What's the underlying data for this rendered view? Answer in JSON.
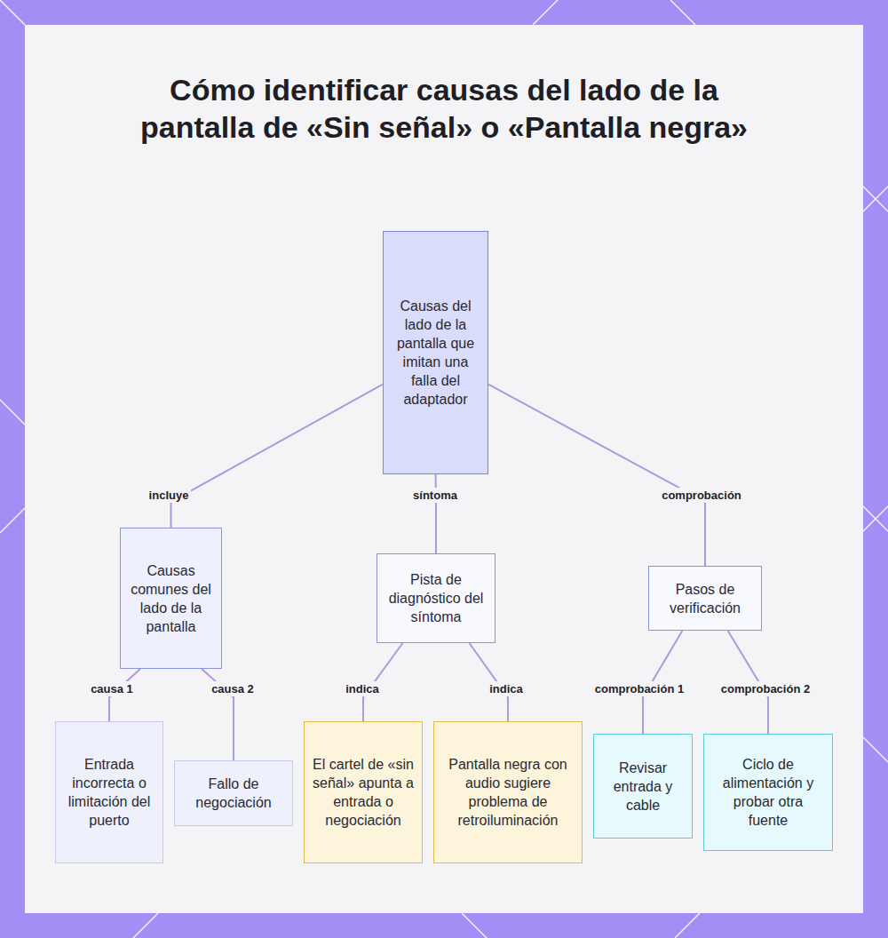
{
  "diagram": {
    "title": "Cómo identificar causas del lado de la pantalla de «Sin señal» o «Pantalla negra»",
    "nodes": [
      {
        "text": [
          "Causas del lado de la pantalla que imitan una falla del adaptador"
        ]
      },
      {
        "text": [
          "Causas comunes del lado de la pantalla"
        ]
      },
      {
        "text": [
          "Pista de diagnóstico del síntoma"
        ]
      },
      {
        "text": [
          "Pasos de verificación"
        ]
      },
      {
        "text": [
          "Entrada incorrecta o limitación del puerto"
        ]
      },
      {
        "text": [
          "Fallo de negociación"
        ]
      },
      {
        "text": [
          "El cartel de «sin señal» apunta a entrada o negociación"
        ]
      },
      {
        "text": [
          "Pantalla negra con audio sugiere problema de retroiluminación"
        ]
      },
      {
        "text": [
          "Revisar entrada y cable"
        ]
      },
      {
        "text": [
          "Ciclo de alimentación y probar otra fuente"
        ]
      }
    ],
    "edges": [
      {
        "from": 0,
        "to": 1,
        "label": "incluye",
        "arrow": "none"
      },
      {
        "from": 0,
        "to": 2,
        "label": "síntoma",
        "arrow": "none"
      },
      {
        "from": 0,
        "to": 3,
        "label": "comprobación",
        "arrow": "none"
      },
      {
        "from": 1,
        "to": 4,
        "label": "causa 1",
        "arrow": "none"
      },
      {
        "from": 1,
        "to": 5,
        "label": "causa 2",
        "arrow": "none"
      },
      {
        "from": 2,
        "to": 6,
        "label": "indica",
        "arrow": "none"
      },
      {
        "from": 2,
        "to": 7,
        "label": "indica",
        "arrow": "none"
      },
      {
        "from": 3,
        "to": 8,
        "label": "comprobación 1",
        "arrow": "none"
      },
      {
        "from": 3,
        "to": 9,
        "label": "comprobación 2",
        "arrow": "none"
      }
    ]
  }
}
